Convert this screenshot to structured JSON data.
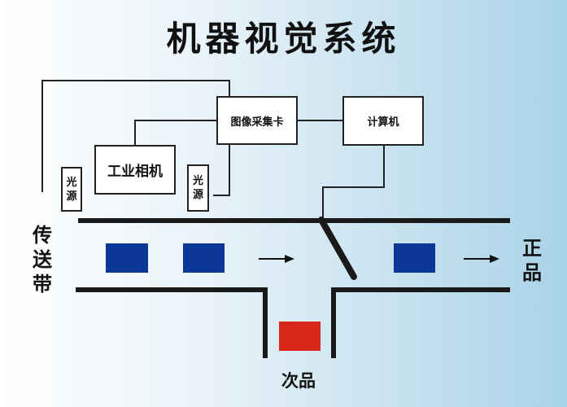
{
  "title": "机器视觉系统",
  "components": {
    "capture_card": "图像采集卡",
    "computer": "计算机",
    "camera": "工业相机",
    "light_left": "光源",
    "light_right": "光源"
  },
  "labels": {
    "conveyor": "传送带",
    "accept": "正品",
    "reject": "次品"
  },
  "colors": {
    "good_product": "#0b3796",
    "defective_product": "#d8261b",
    "line": "#1a1a1a"
  }
}
